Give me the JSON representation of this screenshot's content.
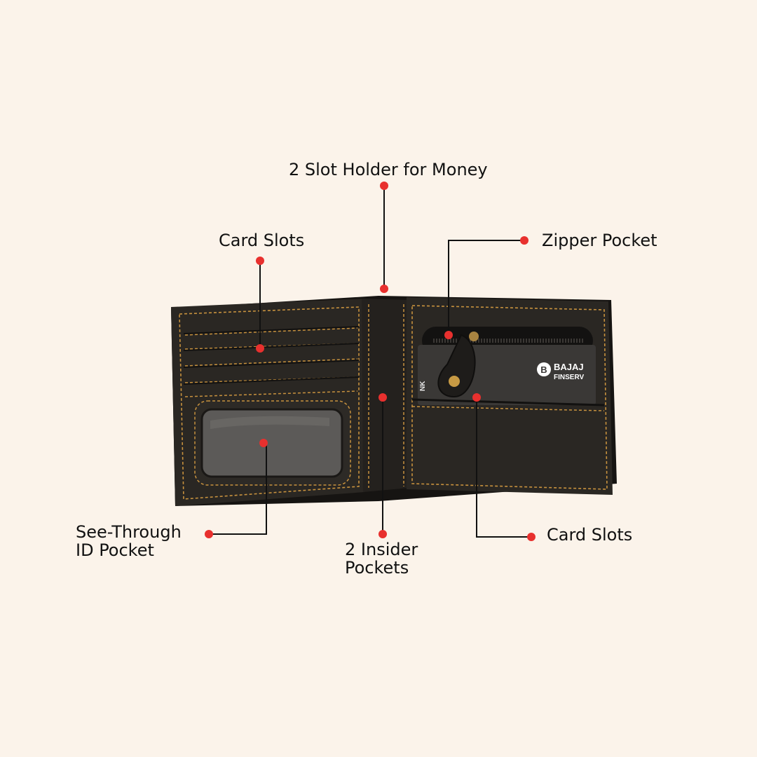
{
  "colors": {
    "background": "#fbf3ea",
    "leather": "#2a2723",
    "leather_dark": "#1d1b18",
    "stitching": "#c8923e",
    "marker": "#e8302e",
    "leader_line": "#111111",
    "card": "#3a3836"
  },
  "card_brand": {
    "name": "BAJAJ",
    "sub": "FINSERV",
    "logo_letter": "B",
    "edge_text": "NK"
  },
  "callouts": [
    {
      "id": "money",
      "label": "2 Slot Holder for Money"
    },
    {
      "id": "card-slots-left",
      "label": "Card Slots"
    },
    {
      "id": "zipper",
      "label": "Zipper Pocket"
    },
    {
      "id": "id-pocket",
      "label": "See-Through\nID Pocket"
    },
    {
      "id": "insider",
      "label": "2 Insider\nPockets"
    },
    {
      "id": "card-slots-right",
      "label": "Card Slots"
    }
  ]
}
